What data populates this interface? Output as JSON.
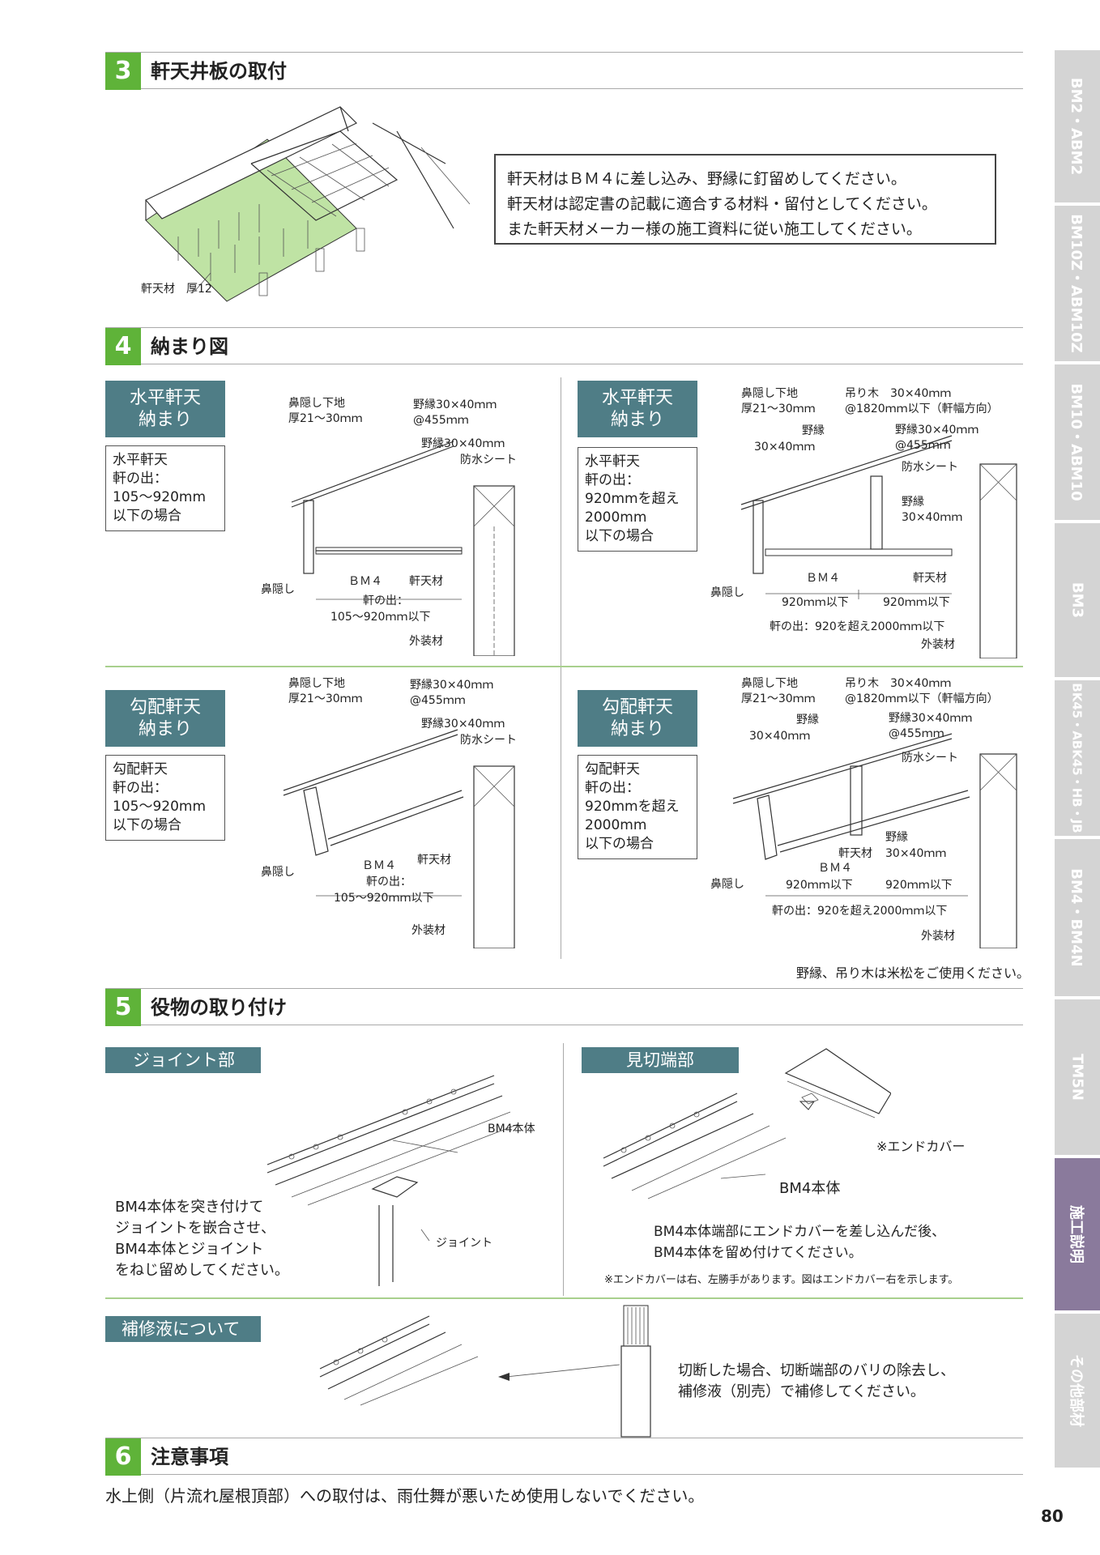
{
  "sections": {
    "s3": {
      "num": "3",
      "title": "軒天井板の取付"
    },
    "s4": {
      "num": "4",
      "title": "納まり図"
    },
    "s5": {
      "num": "5",
      "title": "役物の取り付け"
    },
    "s6": {
      "num": "6",
      "title": "注意事項"
    }
  },
  "s3": {
    "note_lines": [
      "軒天材はＢＭ４に差し込み、野縁に釘留めしてください。",
      "軒天材は認定書の記載に適合する材料・留付としてください。",
      "また軒天材メーカー様の施工資料に従い施工してください。"
    ],
    "label": "軒天材　厚12"
  },
  "s4": {
    "cases": [
      {
        "label": "水平軒天\n納まり",
        "desc": "水平軒天\n軒の出：\n105～920mm\n以下の場合"
      },
      {
        "label": "水平軒天\n納まり",
        "desc": "水平軒天\n軒の出：\n920mmを超え\n2000mm\n以下の場合"
      },
      {
        "label": "勾配軒天\n納まり",
        "desc": "勾配軒天\n軒の出：\n105～920mm\n以下の場合"
      },
      {
        "label": "勾配軒天\n納まり",
        "desc": "勾配軒天\n軒の出：\n920mmを超え\n2000mm\n以下の場合"
      }
    ],
    "labels": {
      "hana_shitaji": "鼻隠し下地",
      "hana_thick": "厚21～30ｍｍ",
      "noen1": "野縁30×40ｍｍ",
      "pitch": "@455ｍｍ",
      "noen2": "野縁30×40ｍｍ",
      "bousui": "防水シート",
      "hanakakushi": "鼻隠し",
      "bm4": "ＢＭ４",
      "nokiten": "軒天材",
      "nokinode": "軒の出：",
      "range_small": "105～920ｍｍ以下",
      "gaisou": "外装材",
      "tsurigi": "吊り木　30×40ｍｍ",
      "tsurigi_pitch": "@1820ｍｍ以下（軒幅方向）",
      "noen_label": "野縁",
      "size": "30×40ｍｍ",
      "span920": "920ｍｍ以下",
      "range_large": "軒の出：920を超え2000ｍｍ以下"
    },
    "footnote": "野縁、吊り木は米松をご使用ください。"
  },
  "s5": {
    "joint": {
      "title": "ジョイント部",
      "body_label": "BM4本体",
      "joint_label": "ジョイント",
      "text_lines": [
        "BM4本体を突き付けて",
        "ジョイントを嵌合させ、",
        "BM4本体とジョイント",
        "をねじ留めしてください。"
      ]
    },
    "end": {
      "title": "見切端部",
      "cover_label": "※エンドカバー",
      "body_label": "BM4本体",
      "text_lines": [
        "BM4本体端部にエンドカバーを差し込んだ後、",
        "BM4本体を留め付けてください。"
      ],
      "note": "※エンドカバーは右、左勝手があります。図はエンドカバー右を示します。"
    },
    "repair": {
      "title": "補修液について",
      "text_lines": [
        "切断した場合、切断端部のバリの除去し、",
        "補修液（別売）で補修してください。"
      ]
    }
  },
  "s6": {
    "text": "水上側（片流れ屋根頂部）への取付は、雨仕舞が悪いため使用しないでください。"
  },
  "tabs": [
    "BM2・ABM2",
    "BM10Z・ABM10Z",
    "BM10・ABM10",
    "BM3",
    "BK45・ABK45・HB・JB",
    "BM4・BM4N",
    "TM5N",
    "施工説明",
    "その他部材"
  ],
  "page_number": "80",
  "colors": {
    "accent_green": "#5fb339",
    "label_teal": "#4f7d86",
    "tab_gray": "#d4d4d4",
    "tab_active": "#8a7a9c",
    "panel_green": "#bfe3a4"
  }
}
